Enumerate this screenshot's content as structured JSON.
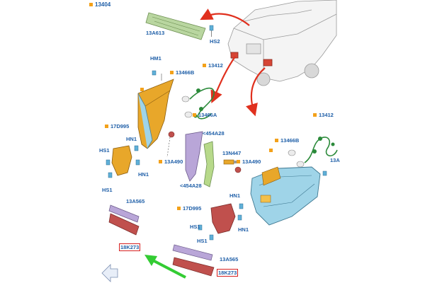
{
  "legend": {
    "marker_color": "#f3a11a",
    "code": "13404"
  },
  "labels": {
    "l13A613": "13A613",
    "lHS2": "HS2",
    "lHM1": "HM1",
    "l13466B_a": "13466B",
    "l13412_a": "13412",
    "l13466A": "13466A",
    "l17D995_a": "17D995",
    "lHN1_a": "HN1",
    "lHS1_a": "HS1",
    "lHN1_b": "HN1",
    "lHS1_b": "HS1",
    "l454A28_a": "<454A28",
    "l13A490_a": "13A490",
    "l13N447": "13N447",
    "l13A490_b": "13A490",
    "l454A28_b": "<454A28",
    "l13466B_b": "13466B",
    "l13412_b": "13412",
    "l13A_cut": "13A",
    "l13A565_a": "13A565",
    "l17D995_b": "17D995",
    "lHN1_c": "HN1",
    "lHN1_d": "HN1",
    "lHS1_c": "HS1",
    "lHS1_d": "HS1",
    "l13A565_b": "13A565",
    "l18K273_a": "18K273",
    "l18K273_b": "18K273"
  },
  "colors": {
    "label_blue": "#1f5fa8",
    "highlight_red": "#d62020",
    "arrow_red": "#e0301e",
    "arrow_green": "#33cc33",
    "housing_orange": "#e8a72a",
    "lens_blue": "#9fd4e8",
    "reflector_purple": "#b9a6d8",
    "reflector_red": "#c0504d",
    "seal_green": "#b7d98a"
  }
}
